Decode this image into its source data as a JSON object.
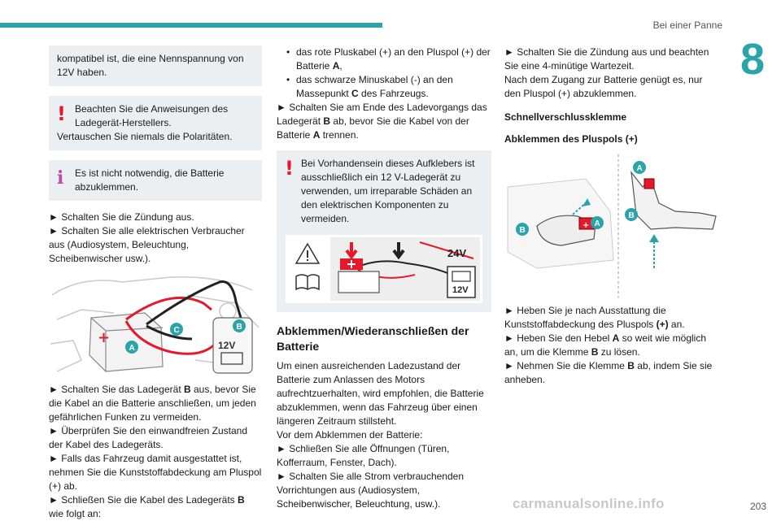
{
  "header": {
    "chapter_title": "Bei einer Panne",
    "chapter_number": "8"
  },
  "footer": {
    "page_number": "203",
    "watermark": "carmanualsonline.info"
  },
  "col1": {
    "box_compat": "kompatibel ist, die eine Nennspannung von 12V haben.",
    "warn_line1": "Beachten Sie die Anweisungen des Ladegerät-Herstellers.",
    "warn_line2": "Vertauschen Sie niemals die Polaritäten.",
    "info_text": "Es ist nicht notwendig, die Batterie abzuklemmen.",
    "step1": "► Schalten Sie die Zündung aus.",
    "step2": "► Schalten Sie alle elektrischen Verbraucher aus (Audiosystem, Beleuchtung, Scheibenwischer usw.).",
    "fig_label_a": "A",
    "fig_label_b": "B",
    "fig_label_c": "C",
    "fig_voltage": "12V",
    "step3_pre": "► Schalten Sie das Ladegerät ",
    "step3_bold": "B",
    "step3_post": " aus, bevor Sie die Kabel an die Batterie anschließen, um jeden gefährlichen Funken zu vermeiden.",
    "step4": "► Überprüfen Sie den einwandfreien Zustand der Kabel des Ladegeräts.",
    "step5": "► Falls das Fahrzeug damit ausgestattet ist, nehmen Sie die Kunststoffabdeckung am Pluspol (+) ab.",
    "step6_pre": "► Schließen Sie die Kabel des Ladegeräts ",
    "step6_bold": "B",
    "step6_post": " wie folgt an:"
  },
  "col2": {
    "b1_pre": "das rote Pluskabel (+) an den Pluspol (+) der Batterie ",
    "b1_bold": "A",
    "b1_post": ",",
    "b2_pre": "das schwarze Minuskabel (-) an den Massepunkt ",
    "b2_bold": "C",
    "b2_post": " des Fahrzeugs.",
    "step_end_pre": "► Schalten Sie am Ende des Ladevorgangs das Ladegerät ",
    "step_end_b": "B",
    "step_end_mid": " ab, bevor Sie die Kabel von der Batterie ",
    "step_end_a": "A",
    "step_end_post": " trennen.",
    "warn_text": "Bei Vorhandensein dieses Aufklebers ist ausschließlich ein 12 V-Ladegerät zu verwenden, um irreparable Schäden an den elektrischen Komponenten zu vermeiden.",
    "sticker_24v": "24V",
    "sticker_12v": "12V",
    "section_title": "Abklemmen/Wiederanschließen der Batterie",
    "para1": "Um einen ausreichenden Ladezustand der Batterie zum Anlassen des Motors aufrechtzuerhalten, wird empfohlen, die Batterie abzuklemmen, wenn das Fahrzeug über einen längeren Zeitraum stillsteht.",
    "para2": "Vor dem Abklemmen der Batterie:",
    "step_a": "► Schließen Sie alle Öffnungen (Türen, Kofferraum, Fenster, Dach).",
    "step_b": "► Schalten Sie alle Strom verbrauchenden Vorrichtungen aus (Audiosystem, Scheibenwischer, Beleuchtung, usw.)."
  },
  "col3": {
    "step1": "► Schalten Sie die Zündung aus und beachten Sie eine 4-minütige Wartezeit.",
    "step2": "Nach dem Zugang zur Batterie genügt es, nur den Pluspol (+) abzuklemmen.",
    "heading1": "Schnellverschlussklemme",
    "heading2": "Abklemmen des Pluspols (+)",
    "fig_a": "A",
    "fig_b": "B",
    "s1_pre": "► Heben Sie je nach Ausstattung die Kunststoffabdeckung des Pluspols ",
    "s1_bold": "(+)",
    "s1_post": " an.",
    "s2_pre": "► Heben Sie den Hebel ",
    "s2_bold": "A",
    "s2_mid": " so weit wie möglich an, um die Klemme ",
    "s2_b": "B",
    "s2_post": " zu lösen.",
    "s3_pre": "► Nehmen Sie die Klemme ",
    "s3_bold": "B",
    "s3_post": " ab, indem Sie sie anheben."
  }
}
